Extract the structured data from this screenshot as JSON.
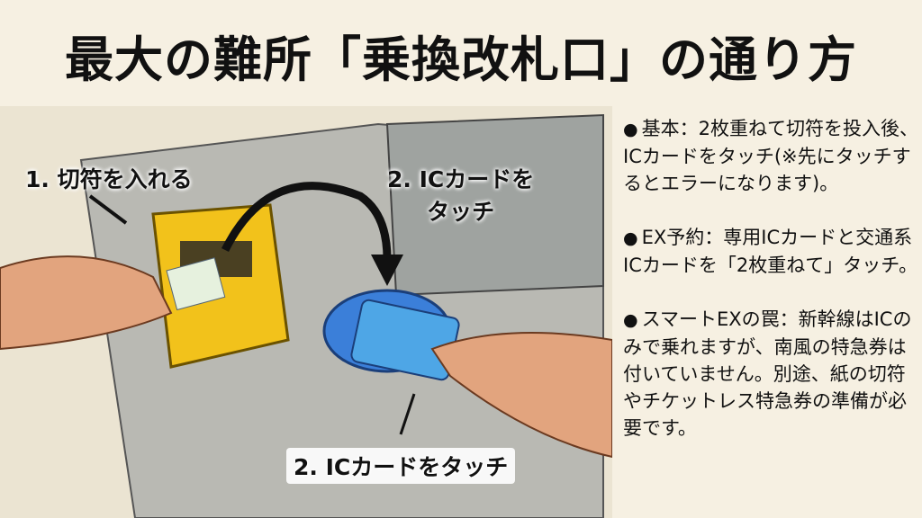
{
  "title": "最大の難所「乗換改札口」の通り方",
  "illustration": {
    "label_step1": "1. 切符を入れる",
    "label_step2_line1": "2. ICカードを",
    "label_step2_line2": "タッチ",
    "label_step2_bottom": "2. ICカードをタッチ"
  },
  "notes": [
    {
      "bullet": "●",
      "text": "基本：2枚重ねて切符を投入後、ICカードをタッチ(※先にタッチするとエラーになります)。"
    },
    {
      "bullet": "●",
      "text": "EX予約：専用ICカードと交通系ICカードを「2枚重ねて」タッチ。"
    },
    {
      "bullet": "●",
      "text": "スマートEXの罠：新幹線はICのみで乗れますが、南風の特急券は付いていません。別途、紙の切符やチケットレス特急券の準備が必要です。"
    }
  ],
  "colors": {
    "background": "#f6f0e2",
    "gate_yellow": "#f2c21b",
    "reader_blue": "#3b7fd9"
  }
}
